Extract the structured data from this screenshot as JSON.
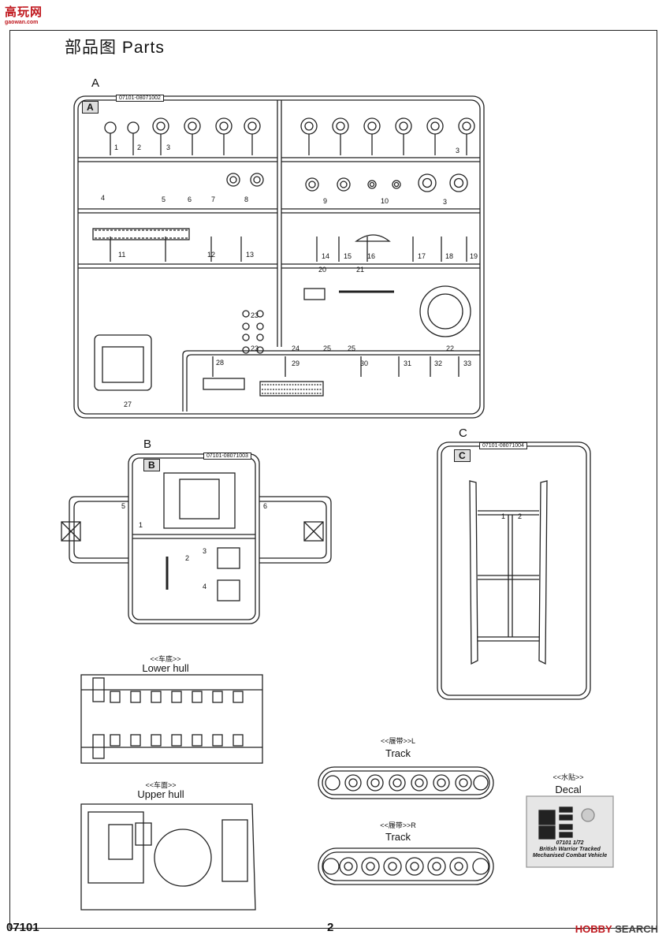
{
  "logo": {
    "text": "高玩网",
    "sub": "gaowan.com"
  },
  "title": "部品图    Parts",
  "sprue_a": {
    "letter": "A",
    "tab": "A",
    "code": "07101-08071002",
    "labels": [
      "1",
      "2",
      "3",
      "3",
      "4",
      "5",
      "6",
      "7",
      "8",
      "9",
      "10",
      "3",
      "11",
      "12",
      "13",
      "14",
      "15",
      "16",
      "17",
      "18",
      "19",
      "20",
      "21",
      "22",
      "23",
      "23",
      "24",
      "25",
      "25",
      "27",
      "28",
      "29",
      "30",
      "31",
      "32",
      "33"
    ]
  },
  "sprue_b": {
    "letter": "B",
    "tab": "B",
    "code": "07101-08071003",
    "labels": [
      "5",
      "6",
      "1",
      "2",
      "3",
      "4"
    ]
  },
  "sprue_c": {
    "letter": "C",
    "tab": "C",
    "code": "07101-08071004",
    "labels": [
      "1",
      "2"
    ]
  },
  "lower_hull": {
    "cn": "<<车底>>",
    "en": "Lower hull"
  },
  "upper_hull": {
    "cn": "<<车面>>",
    "en": "Upper hull"
  },
  "track_l": {
    "cn": "<<履带>>L",
    "en": "Track"
  },
  "track_r": {
    "cn": "<<履带>>R",
    "en": "Track"
  },
  "decal": {
    "cn": "<<水贴>>",
    "en": "Decal",
    "code": "07101  1/72",
    "line1": "British Warrior Tracked",
    "line2": "Mechanised Combat Vehicle"
  },
  "footer": {
    "kit": "07101",
    "page": "2"
  },
  "watermark": {
    "brand": "HOBBY",
    "rest": " SEARCH"
  }
}
